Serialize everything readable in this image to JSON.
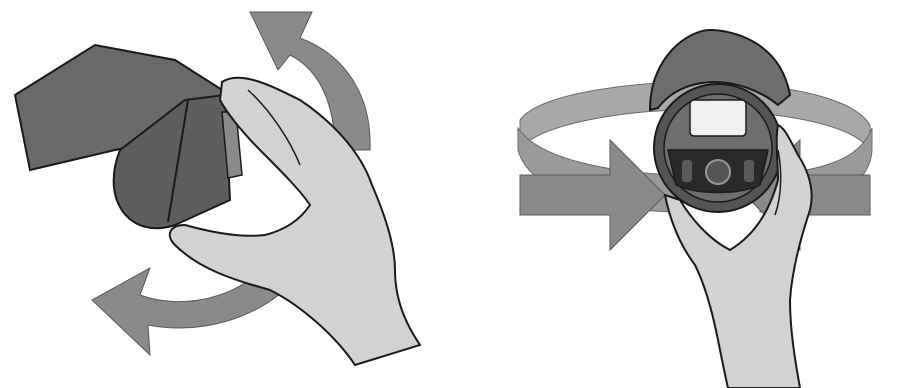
{
  "figure": {
    "panels": [
      {
        "id": "left",
        "illustration": "hand-holding-head-lamp-rotating",
        "motion": "rotate-circular"
      },
      {
        "id": "right",
        "illustration": "hand-holding-head-lamp-on-headband",
        "motion": "headband-wraps-with-arrows-pointing-inward"
      }
    ],
    "colors": {
      "arrow": "#8a8a8a",
      "device_dark": "#555555",
      "device_mid": "#6e6e6e",
      "skin": "#d2d2d2",
      "outline": "#1a1a1a",
      "band": "#9a9a9a",
      "lens": "#f0f0f0"
    }
  }
}
